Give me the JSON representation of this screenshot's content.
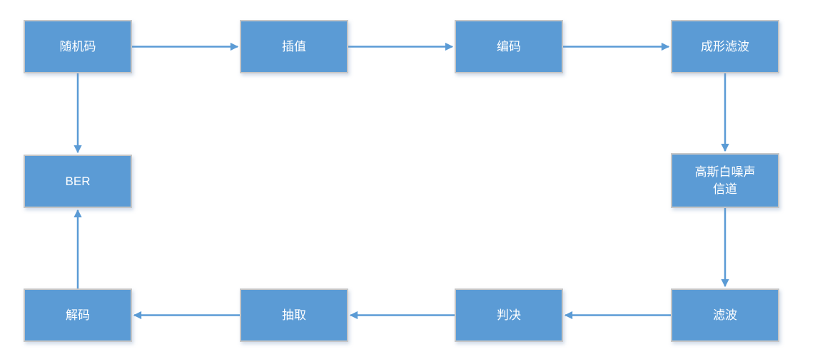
{
  "diagram": {
    "description": "Communication system simulation flowchart",
    "colors": {
      "node_fill": "#5b9bd5",
      "node_border": "#c6c6c6",
      "node_text": "#ffffff",
      "arrow": "#5b9bd5",
      "background": "#ffffff"
    },
    "nodes": [
      {
        "id": "random-code",
        "label": "随机码"
      },
      {
        "id": "interpolation",
        "label": "插值"
      },
      {
        "id": "encoding",
        "label": "编码"
      },
      {
        "id": "shaping-filter",
        "label": "成形滤波"
      },
      {
        "id": "awgn-channel",
        "label": "高斯白噪声\n信道"
      },
      {
        "id": "filter",
        "label": "滤波"
      },
      {
        "id": "decision",
        "label": "判决"
      },
      {
        "id": "decimation",
        "label": "抽取"
      },
      {
        "id": "decoding",
        "label": "解码"
      },
      {
        "id": "ber",
        "label": "BER"
      }
    ],
    "edges": [
      {
        "from": "random-code",
        "to": "interpolation"
      },
      {
        "from": "interpolation",
        "to": "encoding"
      },
      {
        "from": "encoding",
        "to": "shaping-filter"
      },
      {
        "from": "shaping-filter",
        "to": "awgn-channel"
      },
      {
        "from": "awgn-channel",
        "to": "filter"
      },
      {
        "from": "filter",
        "to": "decision"
      },
      {
        "from": "decision",
        "to": "decimation"
      },
      {
        "from": "decimation",
        "to": "decoding"
      },
      {
        "from": "decoding",
        "to": "ber"
      },
      {
        "from": "random-code",
        "to": "ber"
      }
    ]
  }
}
